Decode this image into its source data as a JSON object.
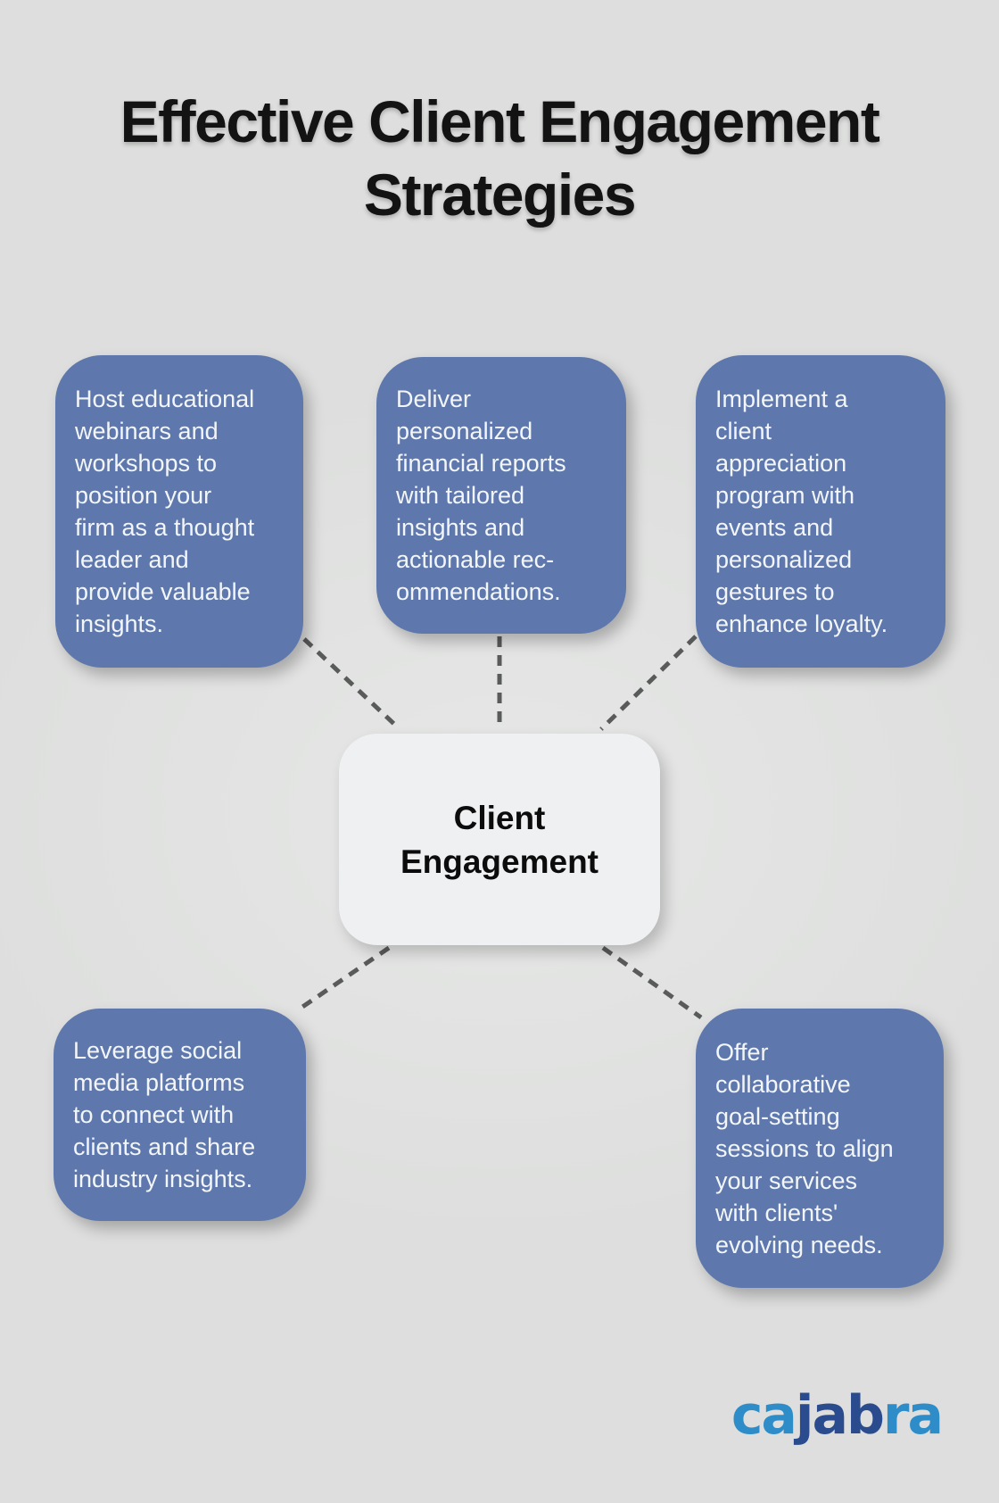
{
  "title": "Effective Client Engagement\nStrategies",
  "center": {
    "label": "Client\nEngagement"
  },
  "nodes": [
    {
      "id": "top-left",
      "text": "Host educational\nwebinars and\nworkshops to\nposition your\nfirm as a thought\nleader and\nprovide valuable\ninsights."
    },
    {
      "id": "top-middle",
      "text": "Deliver\npersonalized\nfinancial reports\nwith tailored\ninsights and\nactionable rec-\nommendations."
    },
    {
      "id": "top-right",
      "text": "Implement a\nclient\nappreciation\nprogram with\nevents and\npersonalized\ngestures to\nenhance loyalty."
    },
    {
      "id": "bottom-left",
      "text": "Leverage social\nmedia platforms\nto connect with\nclients and share\nindustry insights."
    },
    {
      "id": "bottom-right",
      "text": "Offer\ncollaborative\ngoal-setting\nsessions to align\nyour services\nwith clients'\nevolving needs."
    }
  ],
  "logo": {
    "name": "cajabra",
    "segments": [
      {
        "text": "ca",
        "tone": "light"
      },
      {
        "text": "jab",
        "tone": "dark"
      },
      {
        "text": "ra",
        "tone": "light"
      }
    ]
  },
  "colors": {
    "background": "#dddedd",
    "background_light": "#e6e7e6",
    "node": "#5e78ad",
    "node_text": "#f3f6f9",
    "center_bg": "#eff0f2",
    "center_text": "#0c0c0c",
    "connector": "#595a5a",
    "title": "#131313",
    "logo_light": "#2e8cc9",
    "logo_dark": "#2a4b8d"
  }
}
